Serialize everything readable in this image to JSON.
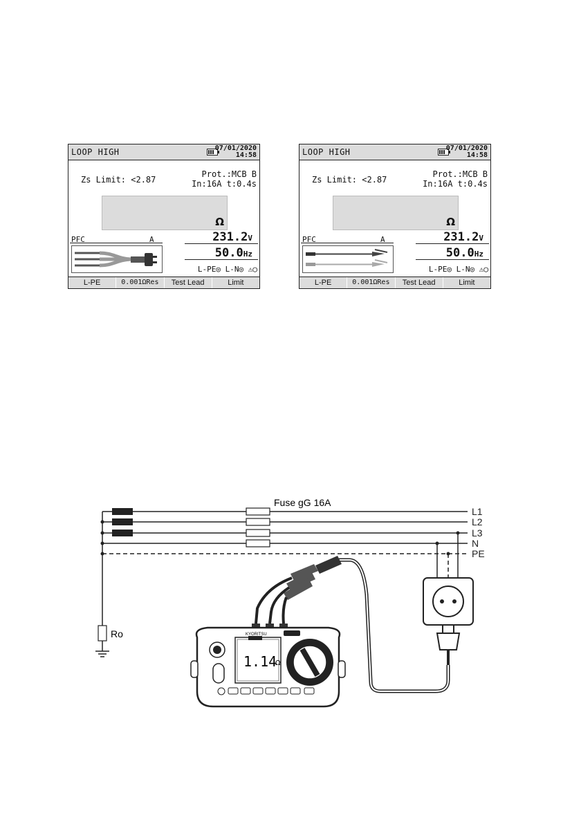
{
  "screens": [
    {
      "title": "LOOP HIGH",
      "date": "07/01/2020",
      "time": "14:58",
      "zs_limit": "Zs Limit: <2.87",
      "protection": "Prot.:MCB B",
      "rating": "In:16A  t:0.4s",
      "resistance_unit": "Ω",
      "pfc_label": "PFC",
      "pfc_unit": "A",
      "voltage": "231.2",
      "voltage_unit": "V",
      "frequency": "50.0",
      "frequency_unit": "Hz",
      "indicators": "L-PE◎ L-N◎ ⚠◯",
      "function_keys": [
        "L-PE",
        "0.001ΩRes",
        "Test Lead",
        "Limit"
      ],
      "test_lead_icon": "mains-plug-lead-icon"
    },
    {
      "title": "LOOP HIGH",
      "date": "07/01/2020",
      "time": "14:58",
      "zs_limit": "Zs Limit: <2.87",
      "protection": "Prot.:MCB B",
      "rating": "In:16A  t:0.4s",
      "resistance_unit": "Ω",
      "pfc_label": "PFC",
      "pfc_unit": "A",
      "voltage": "231.2",
      "voltage_unit": "V",
      "frequency": "50.0",
      "frequency_unit": "Hz",
      "indicators": "L-PE◎ L-N◎ ⚠◯",
      "function_keys": [
        "L-PE",
        "0.001ΩRes",
        "Test Lead",
        "Limit"
      ],
      "test_lead_icon": "clip-lead-icon"
    }
  ],
  "diagram": {
    "fuse_label": "Fuse gG 16A",
    "conductors": [
      "L1",
      "L2",
      "L3",
      "N",
      "PE"
    ],
    "earth_resistor": "Ro",
    "meter_reading": "1.14",
    "meter_unit": "Ω",
    "meter_brand": "KYORITSU"
  }
}
